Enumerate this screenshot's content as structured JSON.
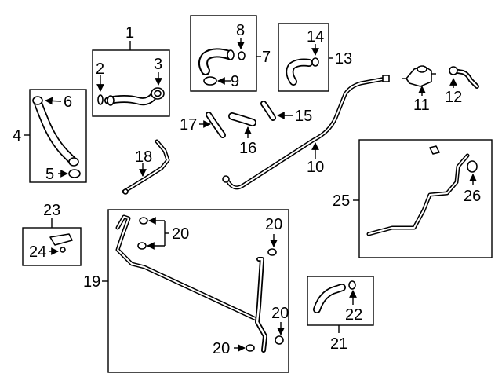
{
  "callouts": {
    "c1": "1",
    "c2": "2",
    "c3": "3",
    "c4": "4",
    "c5": "5",
    "c6": "6",
    "c7": "7",
    "c8": "8",
    "c9": "9",
    "c10": "10",
    "c11": "11",
    "c12": "12",
    "c13": "13",
    "c14": "14",
    "c15": "15",
    "c16": "16",
    "c17": "17",
    "c18": "18",
    "c19": "19",
    "c20a": "20",
    "c20b": "20",
    "c20c": "20",
    "c20d": "20",
    "c21": "21",
    "c22": "22",
    "c23": "23",
    "c24": "24",
    "c25": "25",
    "c26": "26"
  }
}
